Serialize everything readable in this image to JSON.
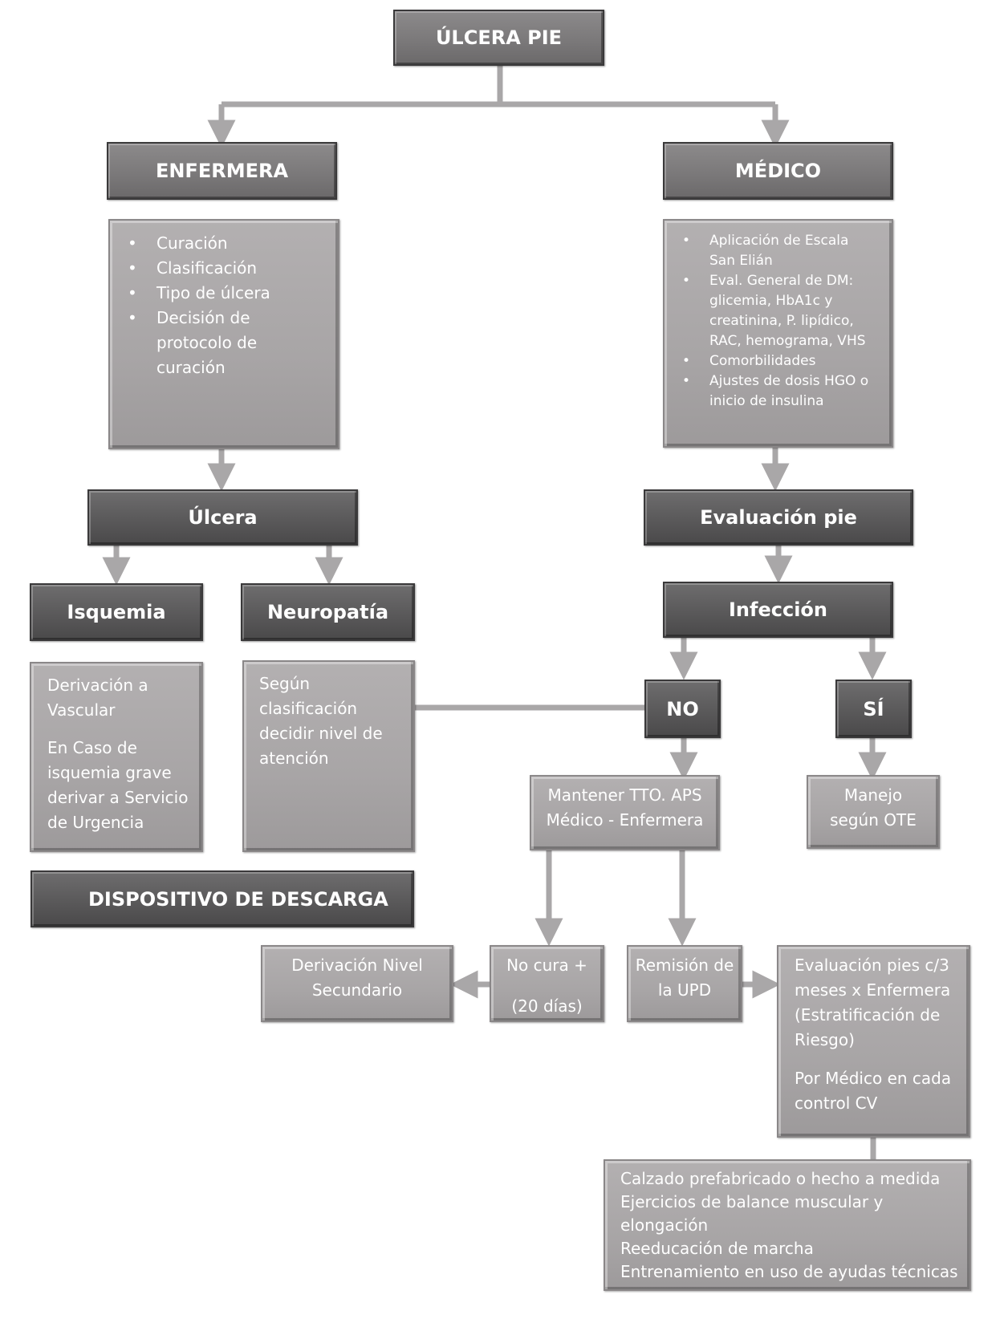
{
  "title": "ÚLCERA PIE",
  "enfermera": {
    "label": "ENFERMERA",
    "items": [
      "Curación",
      "Clasificación",
      "Tipo de úlcera",
      "Decisión de protocolo de curación"
    ]
  },
  "medico": {
    "label": "MÉDICO",
    "items": [
      "Aplicación de Escala San Elián",
      "Eval. General de DM: glicemia, HbA1c y creatinina, P. lipídico, RAC, hemograma, VHS",
      "Comorbilidades",
      "Ajustes de dosis HGO o inicio de insulina"
    ]
  },
  "ulcera": "Úlcera",
  "evaluacion_pie": "Evaluación pie",
  "isquemia": {
    "label": "Isquemia",
    "text1": "Derivación a Vascular",
    "text2": "En Caso de isquemia grave derivar a Servicio de Urgencia"
  },
  "neuropatia": {
    "label": "Neuropatía",
    "text": "Según clasificación decidir nivel de atención"
  },
  "infeccion": "Infección",
  "no": "NO",
  "si": "SÍ",
  "mantener": "Mantener TTO. APS Médico - Enfermera",
  "manejo": "Manejo según OTE",
  "dispositivo": "DISPOSITIVO DE DESCARGA",
  "derivacion_nivel": "Derivación Nivel Secundario",
  "no_cura": {
    "line1": "No cura +",
    "line2": "(20 días)"
  },
  "remision": "Remisión de la UPD",
  "evaluacion_pies": {
    "text1": "Evaluación pies c/3 meses x Enfermera (Estratificación de Riesgo)",
    "text2": "Por Médico en cada control CV"
  },
  "calzado": [
    "Calzado prefabricado o hecho a medida",
    "Ejercicios de balance muscular y elongación",
    "Reeducación de marcha",
    "Entrenamiento en uso de ayudas técnicas"
  ]
}
